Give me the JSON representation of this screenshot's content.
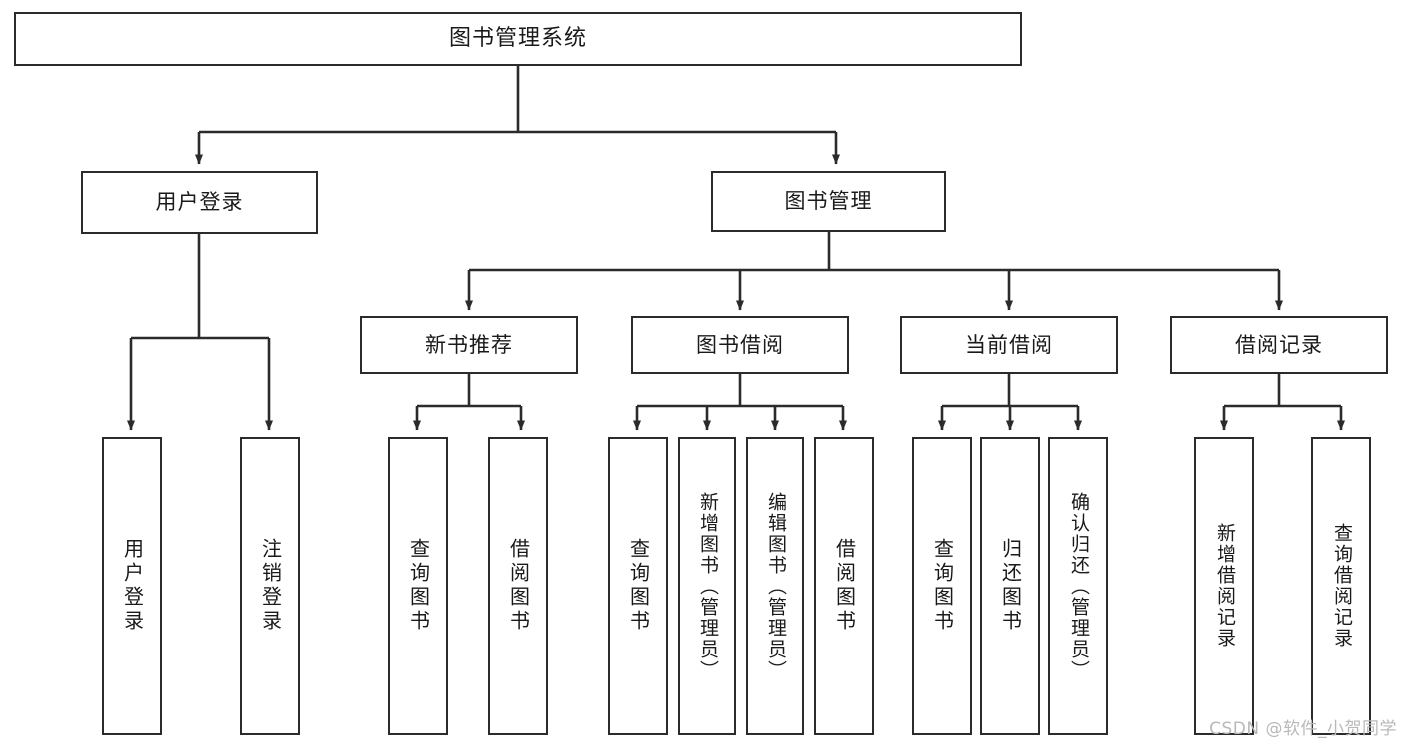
{
  "diagram": {
    "title": "图书管理系统",
    "watermark": "CSDN @软件_小贺同学",
    "line_color": "#2b2b2b",
    "box_fill": "#ffffff",
    "text_color": "#1a1a1a",
    "watermark_color": "#b9b9b9",
    "nodes": {
      "root": {
        "label": "图书管理系统"
      },
      "level2": [
        {
          "label": "用户登录"
        },
        {
          "label": "图书管理"
        }
      ],
      "level3": [
        {
          "label": "新书推荐"
        },
        {
          "label": "图书借阅"
        },
        {
          "label": "当前借阅"
        },
        {
          "label": "借阅记录"
        }
      ],
      "leaves": {
        "user_login": [
          {
            "label": "用户登录"
          },
          {
            "label": "注销登录"
          }
        ],
        "new_book_recommend": [
          {
            "label": "查询图书"
          },
          {
            "label": "借阅图书"
          }
        ],
        "book_borrow": [
          {
            "label": "查询图书"
          },
          {
            "label": "新增图书（管理员）"
          },
          {
            "label": "编辑图书（管理员）"
          },
          {
            "label": "借阅图书"
          }
        ],
        "current_borrow": [
          {
            "label": "查询图书"
          },
          {
            "label": "归还图书"
          },
          {
            "label": "确认归还（管理员）"
          }
        ],
        "borrow_record": [
          {
            "label": "新增借阅记录"
          },
          {
            "label": "查询借阅记录"
          }
        ]
      }
    }
  }
}
